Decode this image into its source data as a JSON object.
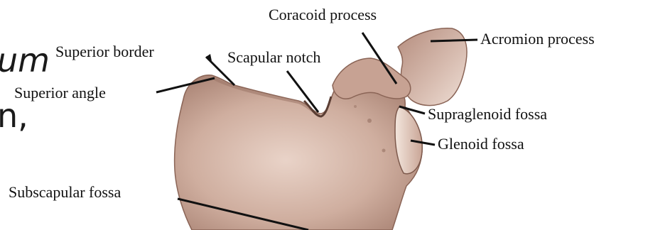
{
  "figure": {
    "background_text": {
      "line1": "um",
      "line2": "n,"
    },
    "labels": {
      "coracoid_process": "Coracoid process",
      "acromion_process": "Acromion process",
      "superior_border": "Superior  border",
      "scapular_notch": "Scapular notch",
      "superior_angle": "Superior angle",
      "supraglenoid_fossa": "Supraglenoid fossa",
      "glenoid_fossa": "Glenoid fossa",
      "subscapular_fossa": "Subscapular fossa"
    },
    "colors": {
      "bone_main": "#c9a89a",
      "bone_shadow": "#9b7466",
      "bone_highlight": "#ead6cb",
      "leader_line": "#111111"
    }
  }
}
